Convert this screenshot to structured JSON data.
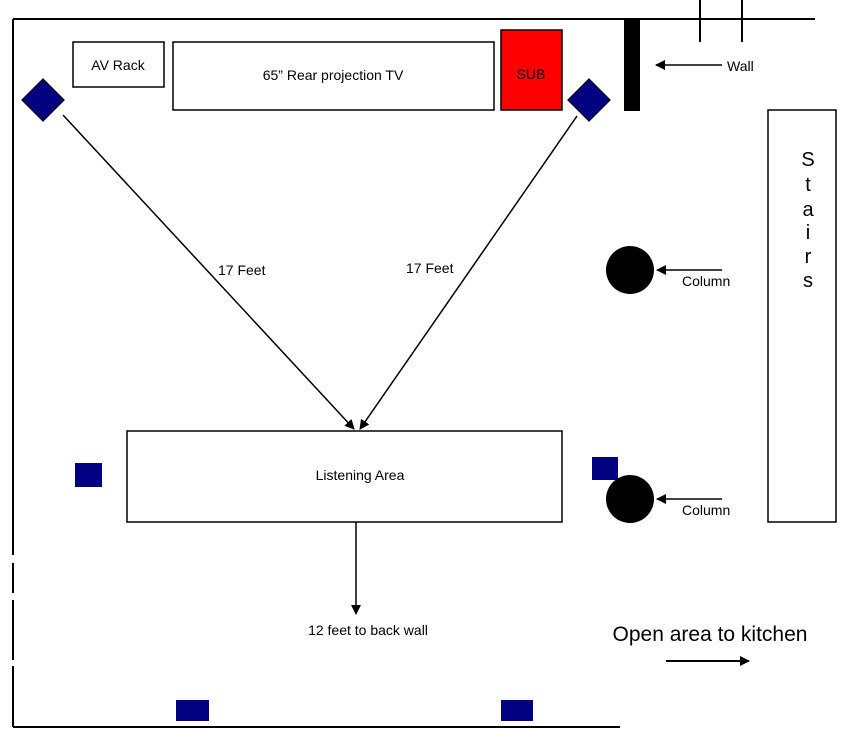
{
  "labels": {
    "av_rack": "AV Rack",
    "tv": "65” Rear projection  TV",
    "sub": "SUB",
    "wall": "Wall",
    "stairs": [
      "S",
      "t",
      "a",
      "i",
      "r",
      "s"
    ],
    "column_1": "Column",
    "column_2": "Column",
    "distance_left": "17 Feet",
    "distance_right": "17 Feet",
    "listening_area": "Listening Area",
    "back_wall": "12 feet to back wall",
    "open_area": "Open area to kitchen"
  },
  "colors": {
    "speaker": "#000080",
    "sub": "#ff0000",
    "line": "#000000"
  }
}
